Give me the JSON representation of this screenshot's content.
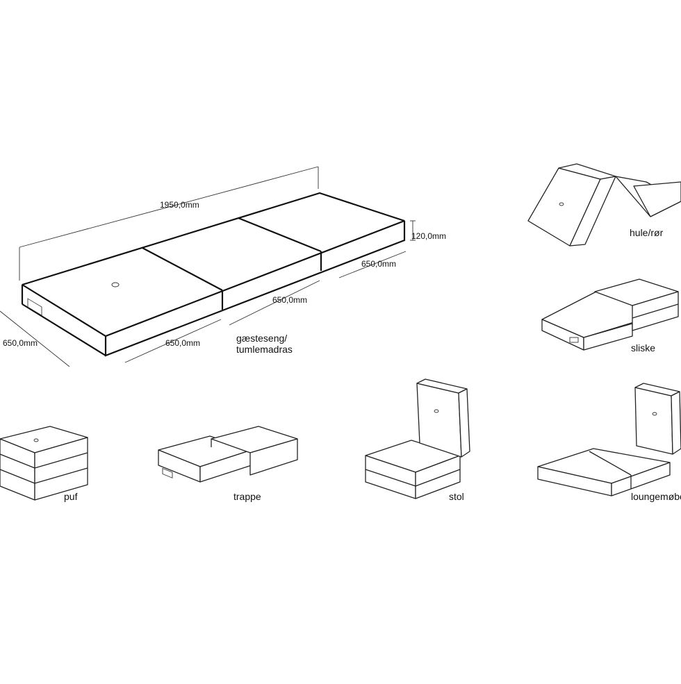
{
  "main": {
    "dimensions": {
      "length": "1950,0mm",
      "height": "120,0mm",
      "section_right": "650,0mm",
      "section_middle": "650,0mm",
      "section_front": "650,0mm",
      "width": "650,0mm"
    },
    "label_line1": "gæsteseng/",
    "label_line2": "tumlemadras"
  },
  "configurations": [
    {
      "label": "hule/rør"
    },
    {
      "label": "sliske"
    },
    {
      "label": "puf"
    },
    {
      "label": "trappe"
    },
    {
      "label": "stol"
    },
    {
      "label": "loungemøbel"
    }
  ],
  "colors": {
    "line": "#222222",
    "background": "#ffffff"
  }
}
